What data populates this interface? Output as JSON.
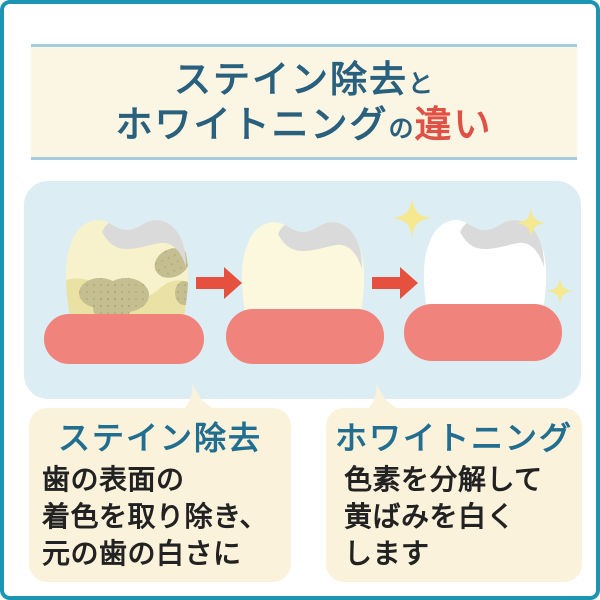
{
  "title": {
    "line1_main": "ステイン除去",
    "line1_particle": "と",
    "line2_main": "ホワイトニング",
    "line2_particle": "の",
    "line2_accent": "違い"
  },
  "diagram": {
    "description": "three teeth progression",
    "stages": [
      {
        "name": "stained-tooth"
      },
      {
        "name": "stain-removed-yellow-tooth"
      },
      {
        "name": "whitened-tooth-with-sparkles"
      }
    ],
    "icons": [
      "right-arrow-icon",
      "sparkle-icon",
      "gum-icon",
      "tooth-icon"
    ]
  },
  "callouts": {
    "left": {
      "heading": "ステイン除去",
      "body_lines": [
        "歯の表面の",
        "着色を取り除き、",
        "元の歯の白さに"
      ]
    },
    "right": {
      "heading": "ホワイトニング",
      "body_lines": [
        "色素を分解して",
        "黄ばみを白く",
        "します"
      ]
    }
  },
  "colors": {
    "border_teal": "#1B95B1",
    "title_cream": "#FBF5E3",
    "band_edge_blue": "#A6CCDE",
    "title_text_teal": "#28607D",
    "accent_red": "#E05145",
    "panel_blue": "#DCEDF3",
    "gum_pink": "#F0847C",
    "arrow_red": "#E6503F",
    "box_cream": "#FAF2DB",
    "heading_teal": "#226E90",
    "body_text": "#222222",
    "sparkle_yellow": "#F5E88F",
    "tooth_stained": "#F7F2CB",
    "tooth_stained_dark": "#EAE2A5",
    "stain_olive": "#C4BE90",
    "tooth_yellow": "#FBF8DD",
    "tooth_white": "#FFFFFF",
    "cap_gray": "#DADADA"
  }
}
